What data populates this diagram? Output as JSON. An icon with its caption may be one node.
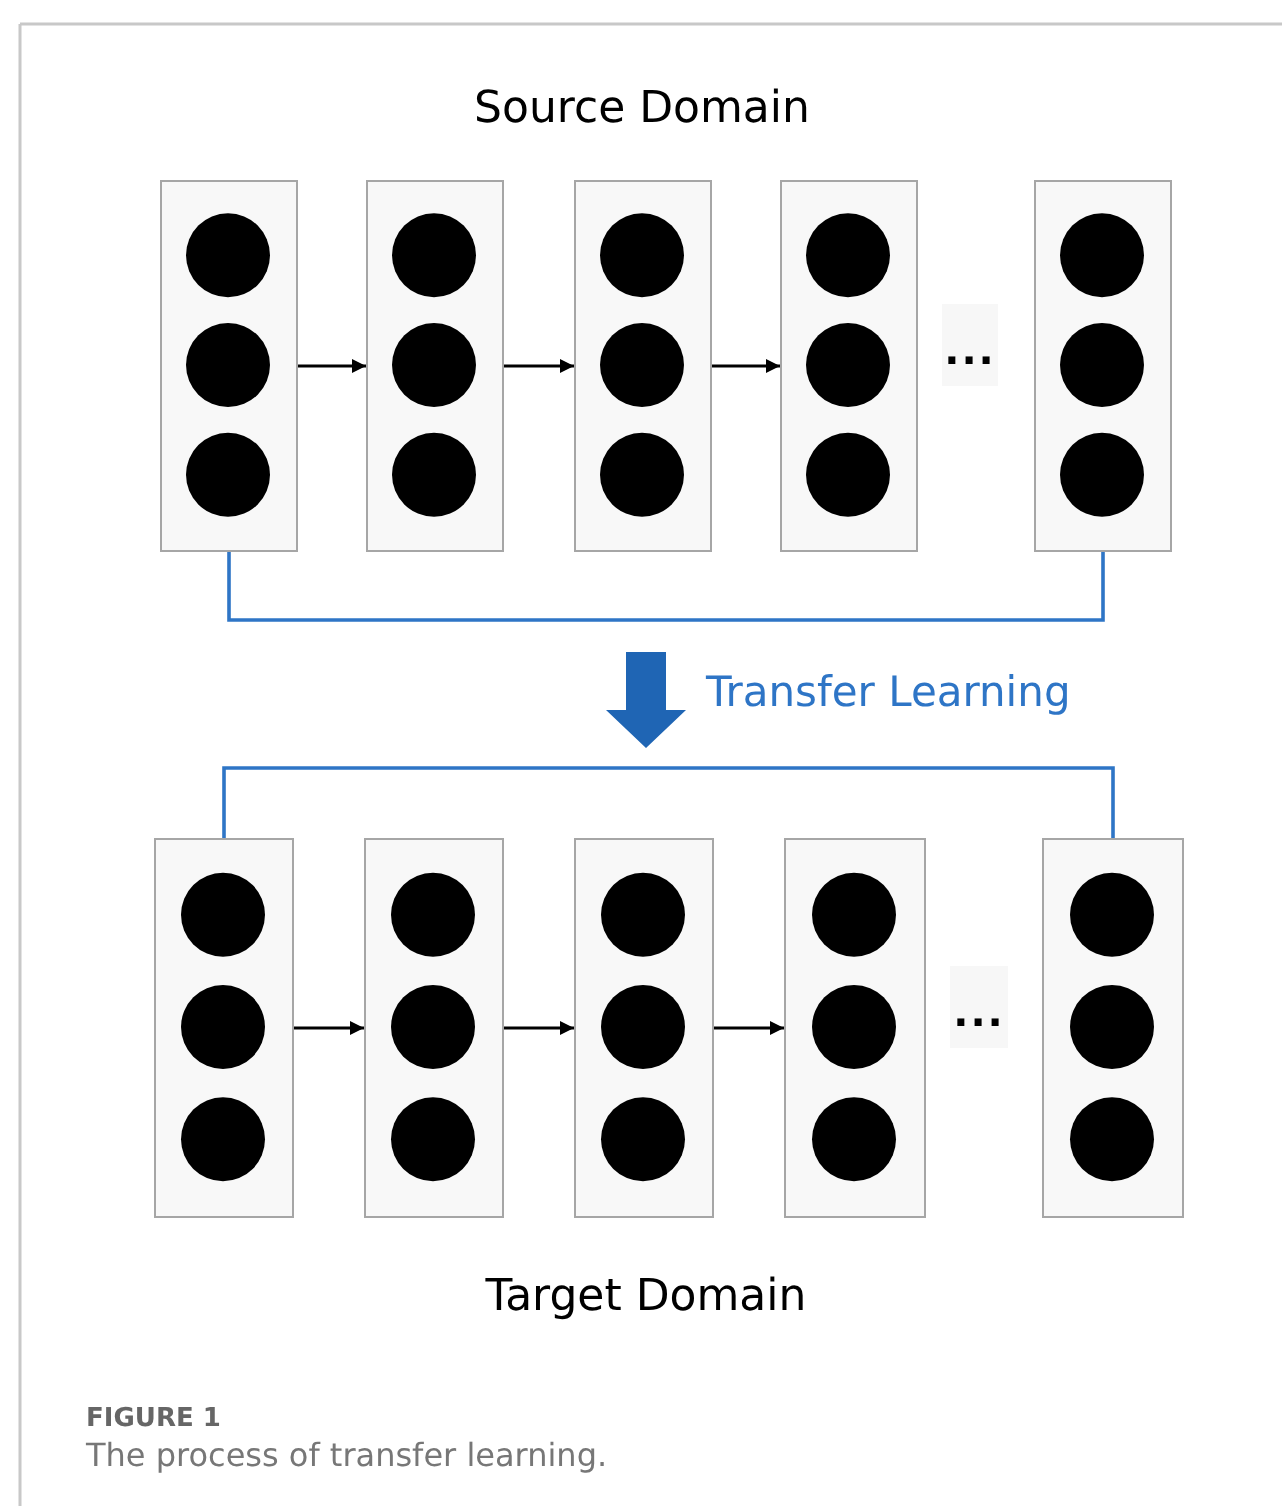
{
  "diagram": {
    "caption": "The process of transfer learning.",
    "nodes": [
      {
        "text": [],
        "shape": "box"
      },
      {
        "text": [],
        "shape": "box"
      },
      {
        "text": [],
        "shape": "box"
      },
      {
        "text": [],
        "shape": "box"
      },
      {
        "text": [
          "..."
        ]
      },
      {
        "text": [],
        "shape": "box"
      },
      {
        "text": [],
        "shape": "box"
      },
      {
        "text": [],
        "shape": "box"
      },
      {
        "text": [],
        "shape": "box"
      },
      {
        "text": [],
        "shape": "box"
      },
      {
        "text": [
          "..."
        ]
      },
      {
        "text": [],
        "shape": "box"
      }
    ],
    "edges": [
      {
        "from": 0,
        "to": 1,
        "arrow": "to"
      },
      {
        "from": 1,
        "to": 2,
        "arrow": "to"
      },
      {
        "from": 2,
        "to": 3,
        "arrow": "to"
      },
      {
        "from": 0,
        "to": 5,
        "arrow": "none",
        "color": "#2e75c6"
      },
      {
        "from": 6,
        "to": 7,
        "arrow": "to"
      },
      {
        "from": 7,
        "to": 8,
        "arrow": "to"
      },
      {
        "from": 8,
        "to": 9,
        "arrow": "to"
      },
      {
        "from": 6,
        "to": 11,
        "arrow": "none",
        "color": "#2e75c6"
      }
    ],
    "labels": [
      "Source Domain",
      "Transfer Learning",
      "Target Domain",
      "FIGURE 1"
    ]
  }
}
